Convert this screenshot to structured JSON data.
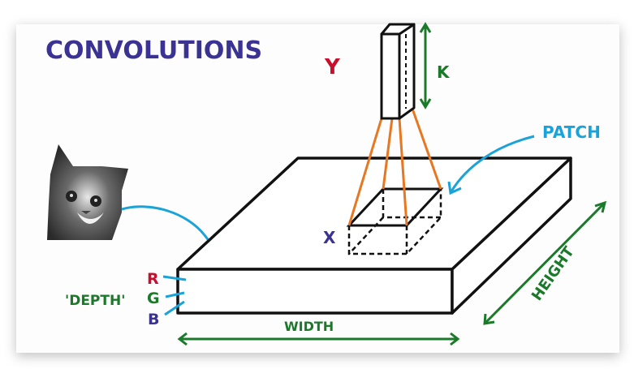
{
  "title": "CONVOLUTIONS",
  "labels": {
    "y": "Y",
    "k": "K",
    "patch": "PATCH",
    "x": "X",
    "r": "R",
    "g": "G",
    "b": "B",
    "depth": "'DEPTH'",
    "width": "WIDTH",
    "height": "HEIGHT"
  },
  "colors": {
    "title": "#3b3393",
    "red": "#c8102e",
    "green": "#1a7a2a",
    "cyan": "#1aa3d9",
    "purple": "#3b3393",
    "orange": "#e87722",
    "outline": "#111111"
  },
  "icons": {
    "kitten": "kitten-photo"
  }
}
